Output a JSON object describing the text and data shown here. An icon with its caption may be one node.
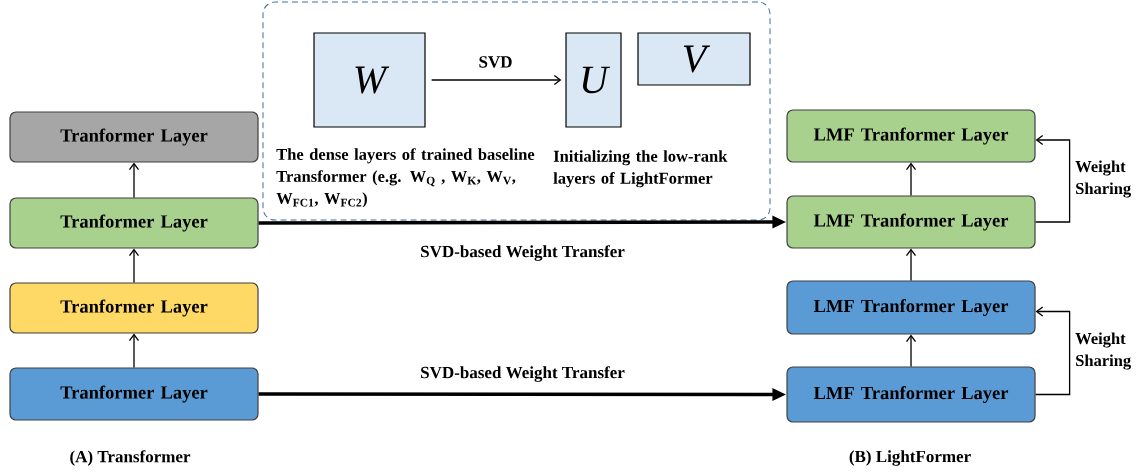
{
  "diagram": {
    "nodes": [
      {
        "text": [
          "Tranformer Layer"
        ]
      },
      {
        "text": [
          "Tranformer Layer"
        ]
      },
      {
        "text": [
          "Tranformer Layer"
        ]
      },
      {
        "text": [
          "Tranformer Layer"
        ]
      },
      {
        "text": [
          "The dense layers of trained baseline Transformer (e.g. W$_{Q}$ , W$_{K}$, W$_{V}$, W$_{FC1}$, W$_{FC2}$)",
          "Initializing the low-rank layers of LightFormer"
        ]
      },
      {
        "text": [
          "W"
        ],
        "in": 4
      },
      {
        "text": [
          "U"
        ],
        "in": 4
      },
      {
        "text": [
          "V"
        ],
        "in": 4
      },
      {
        "text": [
          "LMF Tranformer Layer"
        ]
      },
      {
        "text": [
          "LMF Tranformer Layer"
        ]
      },
      {
        "text": [
          "LMF Tranformer Layer"
        ]
      },
      {
        "text": [
          "LMF Tranformer Layer"
        ]
      }
    ],
    "edges": [
      {
        "from": 3,
        "to": 2,
        "arrow": "to"
      },
      {
        "from": 2,
        "to": 1,
        "arrow": "to"
      },
      {
        "from": 1,
        "to": 0,
        "arrow": "to"
      },
      {
        "from": 5,
        "to": 6,
        "arrow": "to",
        "label": "SVD"
      },
      {
        "from": 1,
        "to": 9,
        "arrow": "to",
        "style": "thick",
        "label": "SVD-based Weight Transfer"
      },
      {
        "from": 3,
        "to": 11,
        "arrow": "to",
        "style": "thick",
        "label": "SVD-based Weight Transfer"
      },
      {
        "from": 11,
        "to": 10,
        "arrow": "to"
      },
      {
        "from": 10,
        "to": 9,
        "arrow": "to"
      },
      {
        "from": 9,
        "to": 8,
        "arrow": "to"
      },
      {
        "from": 11,
        "to": 10,
        "arrow": "to",
        "label": "Weight Sharing"
      },
      {
        "from": 9,
        "to": 8,
        "arrow": "to",
        "label": "Weight Sharing"
      }
    ],
    "labels": [
      "(A) Transformer",
      "(B) LightFormer"
    ]
  }
}
